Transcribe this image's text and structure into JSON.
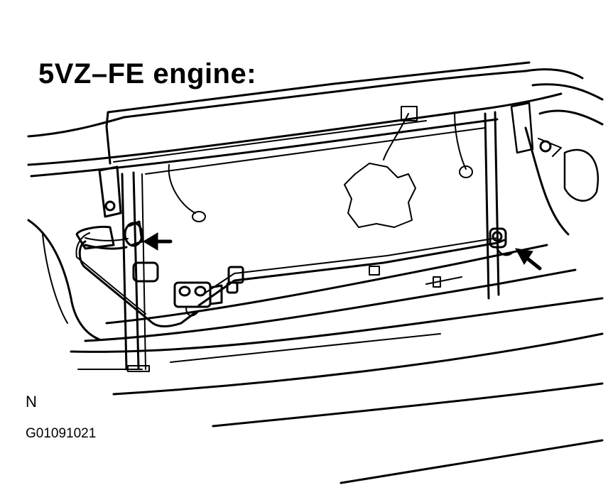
{
  "diagram": {
    "heading": "5VZ–FE engine:",
    "orientation_mark": "N",
    "figure_code": "G01091021",
    "colors": {
      "ink": "#000000",
      "paper": "#ffffff"
    },
    "callout_arrows": [
      {
        "name": "left-connection-arrow"
      },
      {
        "name": "right-connection-arrow"
      }
    ]
  }
}
